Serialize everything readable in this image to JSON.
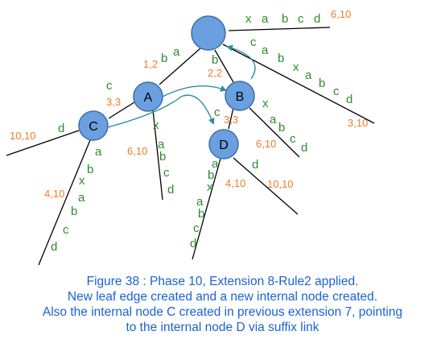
{
  "colors": {
    "edge": "#000000",
    "node_fill": "#6a9fe0",
    "node_stroke": "#3f6ea8",
    "label_green": "#2e8b2e",
    "label_orange": "#f07b28",
    "suffix_link": "#2a8fa0",
    "caption": "#1a62d6"
  },
  "nodes": {
    "A": "A",
    "B": "B",
    "C": "C",
    "D": "D"
  },
  "root_edge": {
    "chars": [
      "x",
      "a",
      "b",
      "c",
      "d"
    ],
    "index": "6,10"
  },
  "root_to_a": {
    "index": "1,2",
    "chars": [
      "b",
      "a"
    ]
  },
  "root_to_b": {
    "index": "2,2",
    "chars": [
      "b"
    ]
  },
  "root_right_edge": {
    "chars": [
      "c",
      "a",
      "b",
      "x",
      "a",
      "b",
      "c",
      "d"
    ],
    "index": "3,10"
  },
  "a_to_c": {
    "index": "3,3",
    "chars": [
      "c"
    ]
  },
  "a_leaf": {
    "chars": [
      "x",
      "a",
      "b",
      "c",
      "d"
    ],
    "index": "6,10"
  },
  "b_to_d": {
    "index": "3,3",
    "chars": [
      "c"
    ]
  },
  "b_leaf": {
    "chars": [
      "x",
      "a",
      "b",
      "c",
      "d"
    ],
    "index": "6,10"
  },
  "c_left_leaf": {
    "index": "10,10",
    "chars": [
      "d"
    ]
  },
  "c_down_leaf": {
    "chars": [
      "a",
      "b",
      "x",
      "a",
      "b",
      "c",
      "d"
    ],
    "index": "4,10"
  },
  "d_left_leaf": {
    "chars": [
      "a",
      "b",
      "x",
      "a",
      "b",
      "c",
      "d"
    ],
    "index": "4,10"
  },
  "d_right_leaf": {
    "chars": [
      "d"
    ],
    "index": "10,10"
  },
  "caption": {
    "line1": "Figure 38 : Phase 10, Extension 8-Rule2 applied.",
    "line2": "New leaf edge created and a new internal node created.",
    "line3": "Also the internal node C created in previous extension 7, pointing",
    "line4": "to the internal node D via suffix link"
  }
}
